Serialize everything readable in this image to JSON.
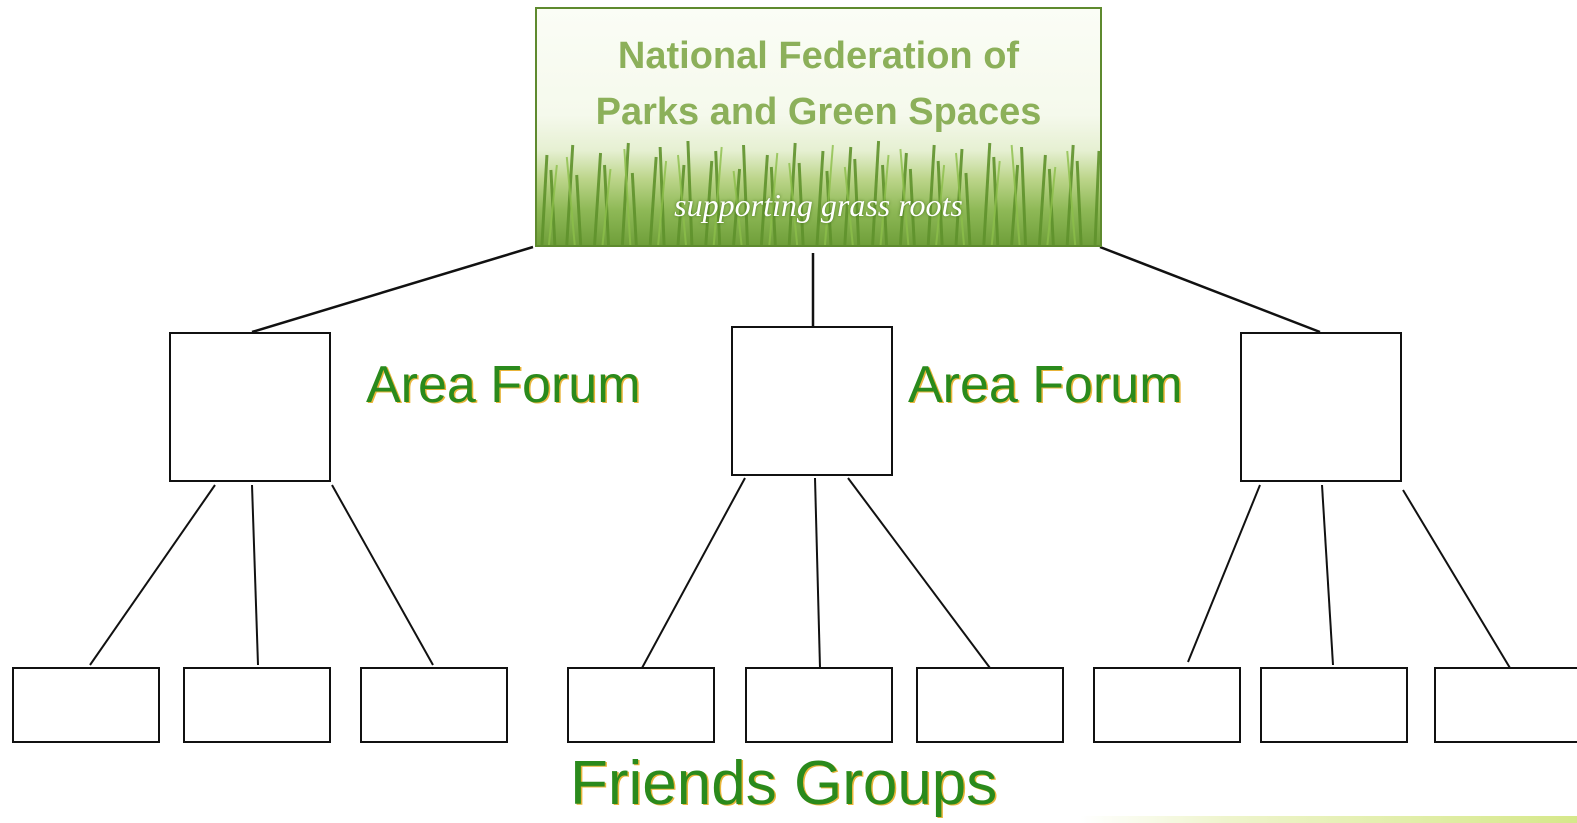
{
  "logo": {
    "line1": "National Federation of",
    "line2": "Parks and Green Spaces",
    "tagline": "supporting grass roots"
  },
  "labels": {
    "area_forum_1": "Area Forum",
    "area_forum_2": "Area Forum",
    "friends_groups": "Friends Groups"
  },
  "colors": {
    "label_green": "#2a8a1c",
    "label_shadow": "#e8b43a",
    "logo_text": "#8cb05a",
    "logo_border": "#5e8a2e",
    "lines": "#111111"
  },
  "structure": {
    "root": "logo",
    "forums": 3,
    "groups_per_forum": 3
  }
}
